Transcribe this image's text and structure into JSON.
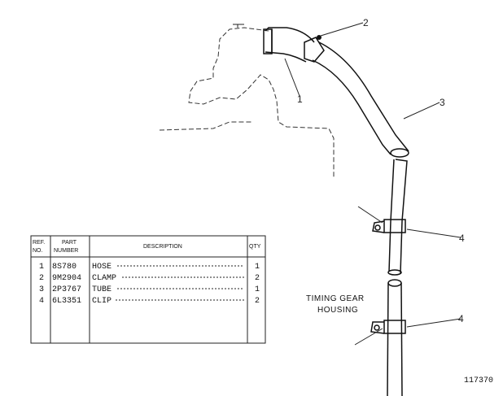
{
  "callouts": [
    "1",
    "2",
    "3",
    "4",
    "4"
  ],
  "housing_label": [
    "TIMING GEAR",
    "HOUSING"
  ],
  "figure_number": "117370",
  "parts_table": {
    "headers": [
      "REF. NO.",
      "PART NUMBER",
      "DESCRIPTION",
      "QTY"
    ],
    "rows": [
      {
        "ref": "1",
        "part": "8S780",
        "desc": "HOSE",
        "qty": "1"
      },
      {
        "ref": "2",
        "part": "9M2904",
        "desc": "CLAMP",
        "qty": "2"
      },
      {
        "ref": "3",
        "part": "2P3767",
        "desc": "TUBE",
        "qty": "1"
      },
      {
        "ref": "4",
        "part": "6L3351",
        "desc": "CLIP",
        "qty": "2"
      }
    ]
  }
}
